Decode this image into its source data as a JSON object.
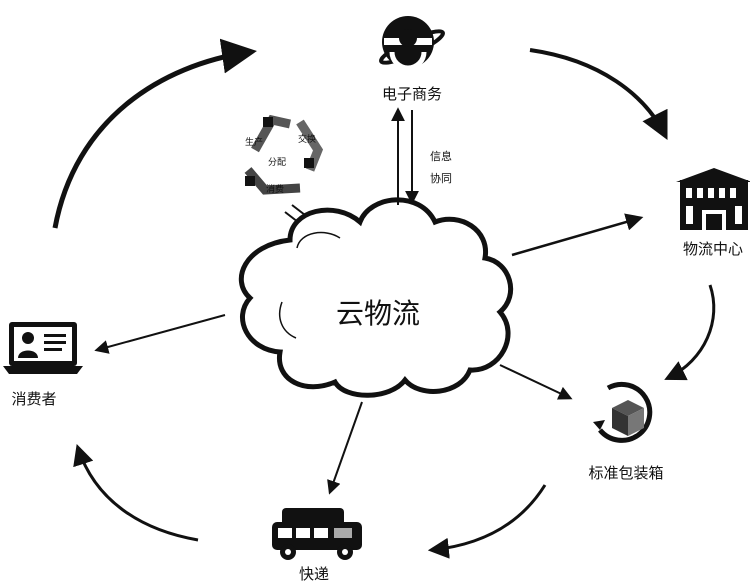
{
  "center": {
    "label": "云物流"
  },
  "nodes": {
    "ecommerce": "电子商务",
    "logistics_center": "物流中心",
    "packaging": "标准包装箱",
    "express": "快递",
    "consumer": "消费者"
  },
  "info_sync": {
    "line1": "信息",
    "line2": "协同"
  },
  "cycle": {
    "produce": "生产",
    "exchange": "交换",
    "distribute": "分配",
    "consume": "消费"
  }
}
